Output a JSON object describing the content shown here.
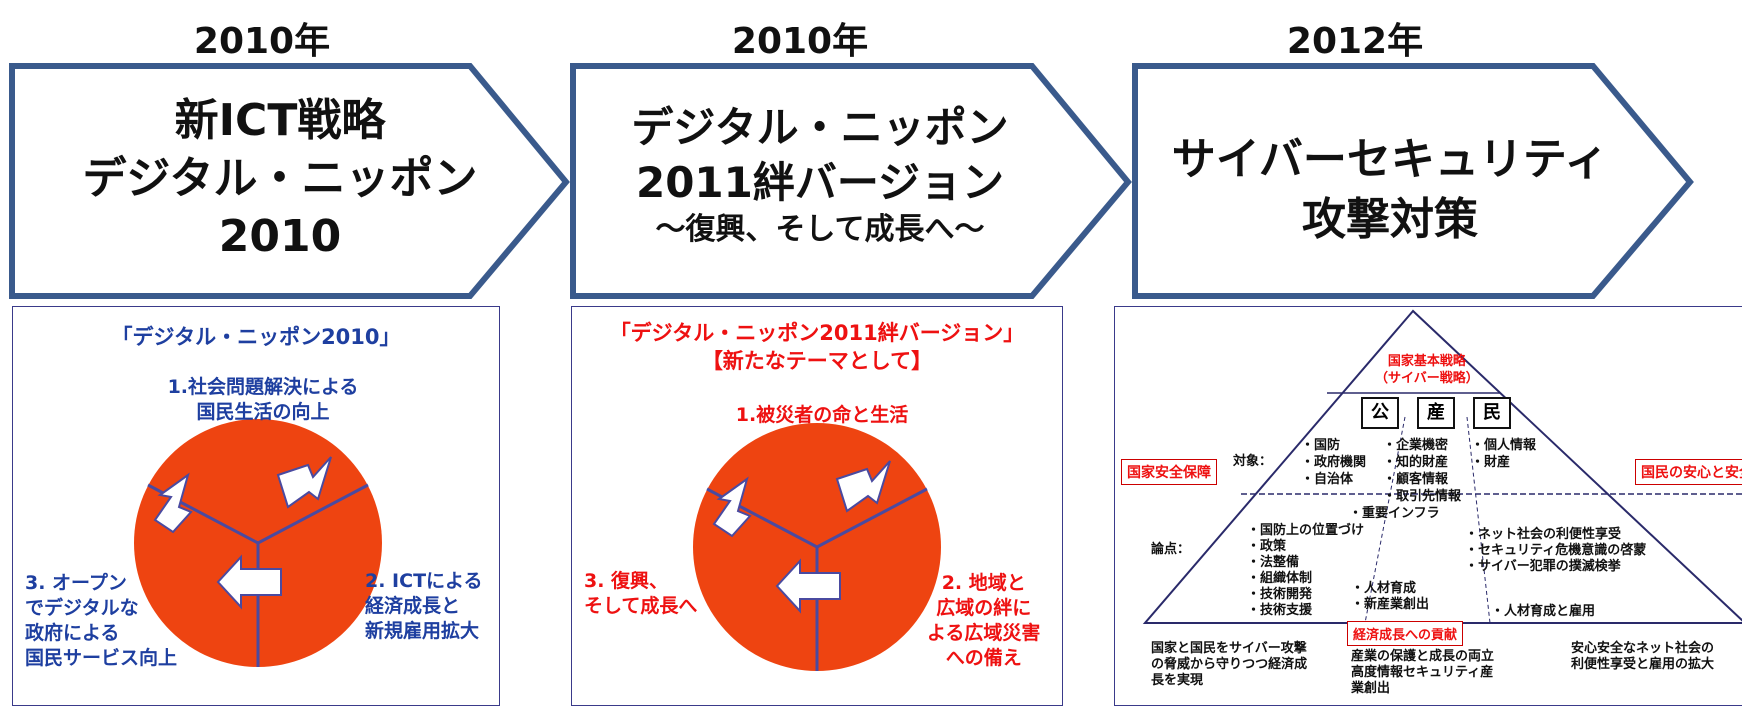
{
  "timeline": [
    {
      "year": "2010年",
      "box_lines": [
        "新ICT戦略",
        "デジタル・ニッポン",
        "2010"
      ],
      "panel": {
        "title": "「デジタル・ニッポン2010」",
        "top_label": [
          "1.社会問題解決による",
          "国民生活の向上"
        ],
        "right_label": [
          "2. ICTによる",
          "経済成長と",
          "新規雇用拡大"
        ],
        "left_label": [
          "3. オープン",
          "でデジタルな",
          "政府による",
          "国民サービス向上"
        ]
      }
    },
    {
      "year": "2010年",
      "box_lines": [
        "デジタル・ニッポン",
        "2011絆バージョン"
      ],
      "box_sub": "～復興、そして成長へ～",
      "panel": {
        "title_lines": [
          "「デジタル・ニッポン2011絆バージョン」",
          "【新たなテーマとして】"
        ],
        "top_label": [
          "1.被災者の命と生活"
        ],
        "right_label": [
          "2. 地域と",
          "広域の絆に",
          "よる広域災害",
          "への備え"
        ],
        "left_label": [
          "3. 復興、",
          "そして成長へ"
        ]
      }
    },
    {
      "year": "2012年",
      "box_lines": [
        "サイバーセキュリティ",
        "攻撃対策"
      ],
      "panel": {
        "apex_label": [
          "国家基本戦略",
          "（サイバー戦略）"
        ],
        "boxes": [
          "公",
          "産",
          "民"
        ],
        "left_tag": "国家安全保障",
        "right_tag": "国民の安心と安全",
        "target_label": "対象：",
        "points_label": "論点：",
        "col1_top": [
          "・国防",
          "・政府機関",
          "・自治体"
        ],
        "col2_top": [
          "・企業機密",
          "・知的財産",
          "・顧客情報",
          "・取引先情報"
        ],
        "col3_top": [
          "・個人情報",
          "・財産"
        ],
        "infra": "・重要インフラ",
        "mid_left": [
          "・国防上の位置づけ",
          "・政策",
          "・法整備",
          "・組織体制",
          "・技術開発",
          "・技術支援"
        ],
        "mid_right": [
          "・ネット社会の利便性享受",
          "・セキュリティ危機意識の啓蒙",
          "・サイバー犯罪の撲滅検挙"
        ],
        "mid_center": [
          "・人材育成",
          "・新産業創出"
        ],
        "mid_right2": "・人材育成と雇用",
        "econ_tag": "経済成長への貢献",
        "bottom_left": [
          "国家と国民をサイバー攻撃",
          "の脅威から守りつつ経済成",
          "長を実現"
        ],
        "bottom_center": [
          "産業の保護と成長の両立",
          "高度情報セキュリティ産",
          "業創出"
        ],
        "bottom_right": [
          "安心安全なネット社会の",
          "利便性享受と雇用の拡大"
        ]
      }
    }
  ],
  "colors": {
    "arrow_border": "#3a5a8c",
    "circle": "#ee4411",
    "divider": "#4a4aa0",
    "pyramid_line": "#2a2a6a",
    "blue_text": "#1e3fa0",
    "red_text": "#ee1111"
  }
}
